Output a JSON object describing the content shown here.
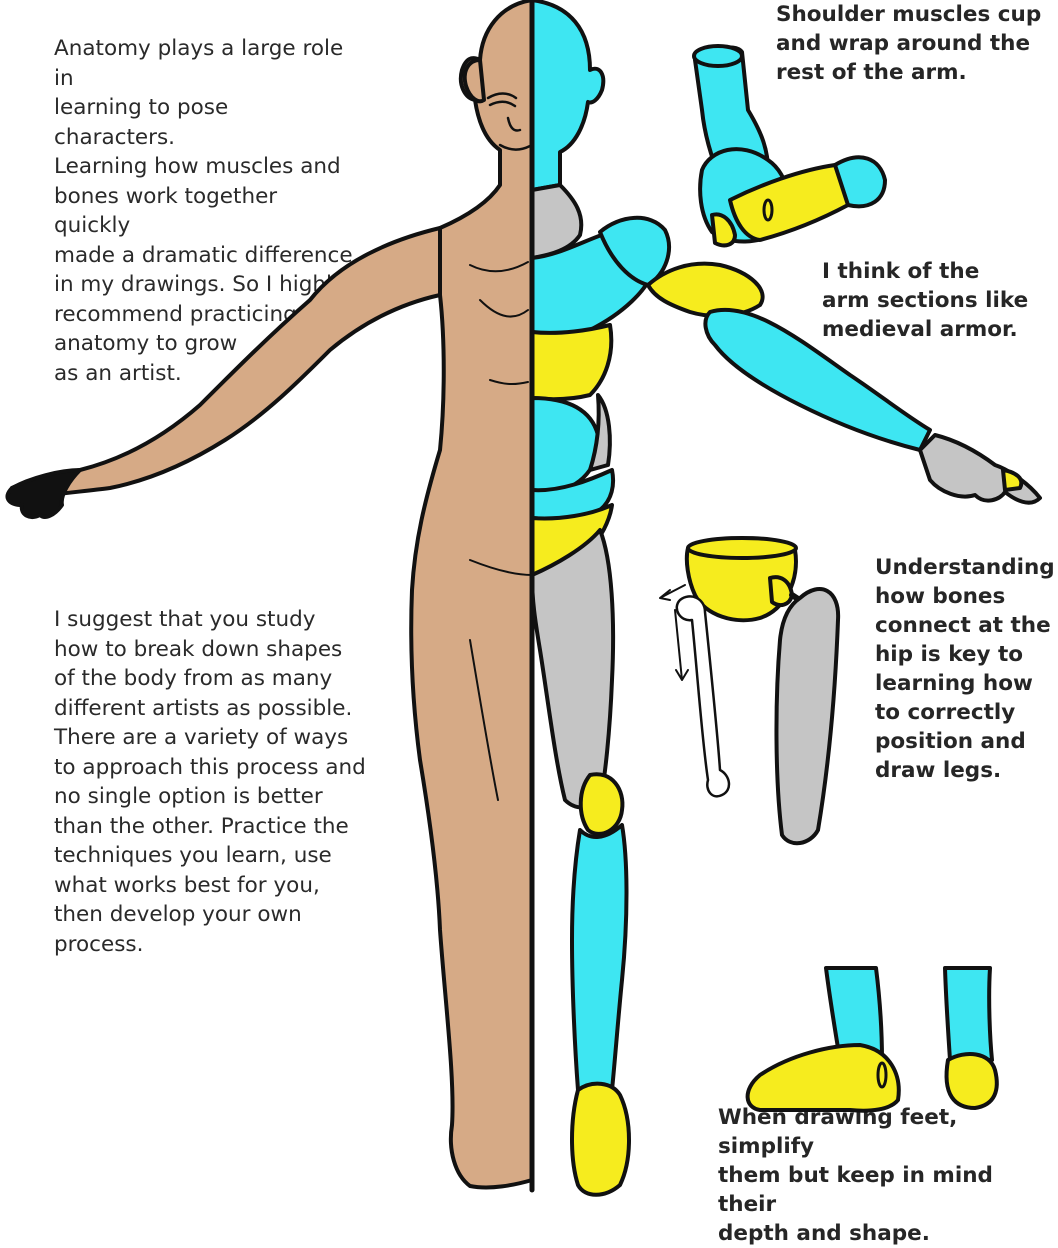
{
  "intro_paragraph": "Anatomy plays a large role in\nlearning to pose characters.\nLearning how muscles and\nbones work together quickly\nmade a dramatic difference\nin my drawings. So I highly\nrecommend practicing\nanatomy to grow\nas an artist.",
  "study_paragraph": "I suggest that you study\nhow to break down shapes\nof the body from as many\ndifferent artists as possible.\nThere are a variety of ways\nto approach this process and\nno single option is better\nthan the other. Practice the\ntechniques you learn, use\nwhat works best for you,\nthen develop your own\nprocess.",
  "callouts": {
    "shoulder": "Shoulder muscles cup\nand wrap around the\nrest of the arm.",
    "armor": "I think of the\narm sections like\nmedieval armor.",
    "hip": "Understanding\nhow bones\nconnect at the\nhip is key to\nlearning how\nto correctly\nposition and\ndraw legs.",
    "feet": "When drawing feet, simplify\nthem but keep in mind their\ndepth and shape."
  },
  "colors": {
    "skin": "#d6aa86",
    "cyan": "#3ee6f2",
    "yellow": "#f6ec1e",
    "gray": "#c5c5c5",
    "outline": "#111111"
  }
}
